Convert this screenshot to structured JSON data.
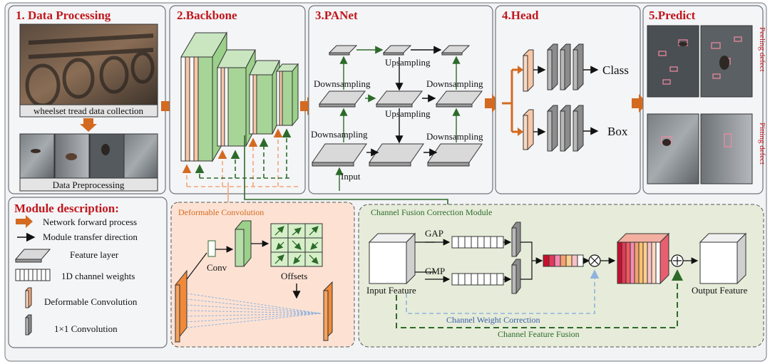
{
  "panels": {
    "data_processing": {
      "title": "1. Data Processing",
      "collect_label": "wheelset tread data collection",
      "preprocess_label": "Data Preprocessing"
    },
    "backbone": {
      "title": "2.Backbone"
    },
    "panet": {
      "title": "3.PANet",
      "upsampling": "Upsampling",
      "downsampling": "Downsampling",
      "input": "Input"
    },
    "head": {
      "title": "4.Head",
      "class_label": "Class",
      "box_label": "Box"
    },
    "predict": {
      "title": "5.Predict",
      "peeling": "Peeling defect",
      "pitting": "Pitting defect"
    }
  },
  "legend": {
    "title": "Module description:",
    "items": [
      {
        "label": "Network forward process",
        "icon": "orange-arrow-icon"
      },
      {
        "label": "Module transfer direction",
        "icon": "black-arrow-icon"
      },
      {
        "label": "Feature layer",
        "icon": "feature-layer-icon"
      },
      {
        "label": "1D channel  weights",
        "icon": "channel-weights-icon"
      },
      {
        "label": "Deformable Convolution",
        "icon": "deformable-conv-icon"
      },
      {
        "label": "1×1  Convolution",
        "icon": "conv1x1-icon"
      }
    ]
  },
  "deformable": {
    "title": "Deformable Convolution",
    "conv": "Conv",
    "offsets": "Offsets"
  },
  "cfcm": {
    "title": "Channel Fusion Correction Module",
    "gap": "GAP",
    "gmp": "GMP",
    "input_feature": "Input Feature",
    "output_feature": "Output Feature",
    "weight_correction": "Channel Weight Correction",
    "feature_fusion": "Channel Feature Fusion"
  },
  "colors": {
    "title_red": "#c0171c",
    "orange": "#d36a20",
    "green": "#2d6a2a",
    "blue": "#3a5fa8"
  }
}
